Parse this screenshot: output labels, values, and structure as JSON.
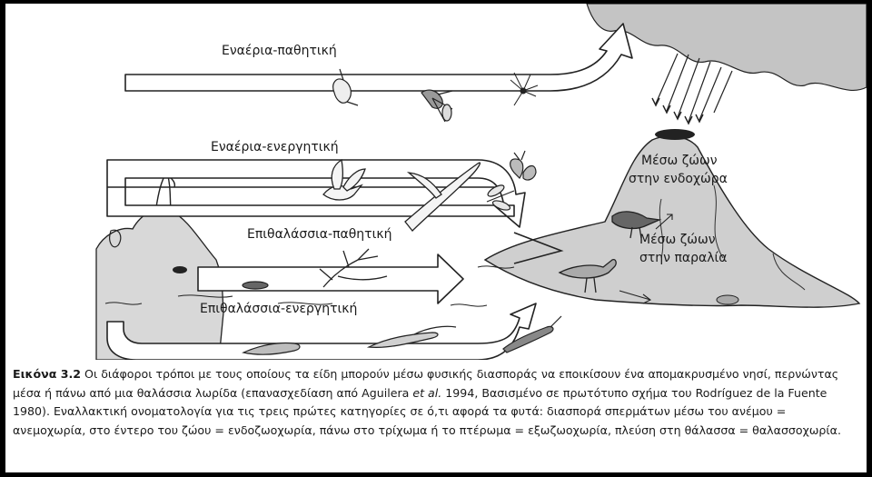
{
  "diagram": {
    "labels": {
      "airborne_passive": "Εναέρια-παθητική",
      "airborne_active": "Εναέρια-ενεργητική",
      "sea_surface_passive": "Επιθαλάσσια-παθητική",
      "sea_surface_active": "Επιθαλάσσια-ενεργητική",
      "via_animals_inland_1": "Μέσω ζώων",
      "via_animals_inland_2": "στην ενδοχώρα",
      "via_animals_beach_1": "Μέσω ζώων",
      "via_animals_beach_2": "στην παραλία"
    }
  },
  "caption": {
    "label": "Εικόνα 3.2",
    "text_1": " Οι διάφοροι τρόποι με τους οποίους τα είδη μπορούν μέσω φυσικής διασποράς να εποικίσουν ένα απομακρυσμένο νησί, περνώντας μέσα ή πάνω από μια θαλάσσια λωρίδα (επανασχεδίαση από Aguilera ",
    "et_al": "et al.",
    "text_2": " 1994, Βασισμένο σε πρωτότυπο σχήμα του Rodríguez de la Fuente 1980). Εναλλακτική ονοματολογία για τις τρεις πρώτες κατηγορίες σε ό,τι αφορά τα φυτά: διασπορά σπερμάτων μέσω του ανέμου = ανεμοχωρία, στο έντερο του ζώου = ενδοζωοχωρία, πάνω στο τρίχωμα ή το πτέρωμα = εξωζωοχωρία, πλεύση στη θάλασσα = θαλασσοχωρία."
  }
}
